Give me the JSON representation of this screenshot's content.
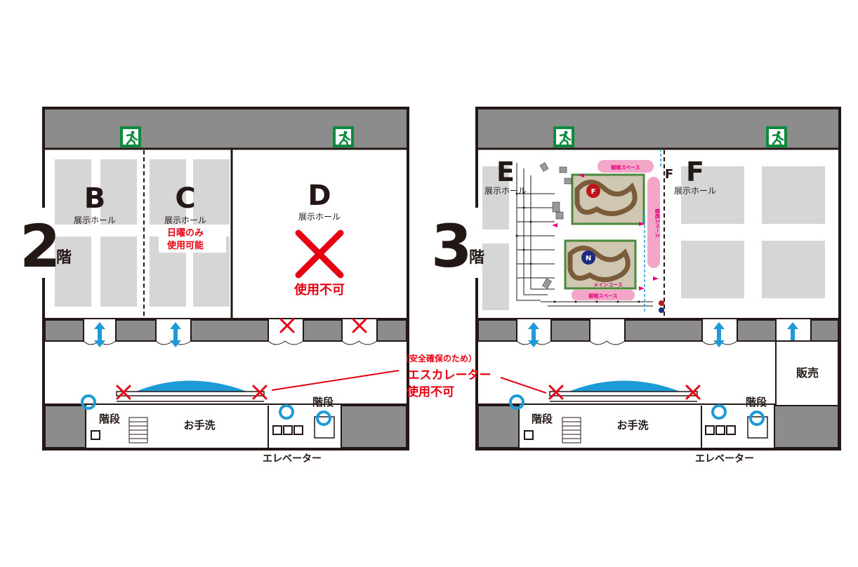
{
  "floor2": {
    "floor_number": "2",
    "floor_suffix": "階",
    "halls": {
      "B": {
        "letter": "B",
        "label": "展示ホール"
      },
      "C": {
        "letter": "C",
        "label": "展示ホール",
        "note_line1": "日曜のみ",
        "note_line2": "使用可能"
      },
      "D": {
        "letter": "D",
        "label": "展示ホール",
        "status": "使用不可"
      }
    },
    "stairs_left": "階段",
    "stairs_right": "階段",
    "restroom": "お手洗",
    "elevator": "エレベーター"
  },
  "floor3": {
    "floor_number": "3",
    "floor_suffix": "階",
    "halls": {
      "E": {
        "letter": "E",
        "label": "展示ホール"
      },
      "F": {
        "letter": "F",
        "label": "展示ホール",
        "small_letter": "F"
      }
    },
    "course": {
      "viewing_top": "観戦スペース",
      "viewing_side": "観戦スペース",
      "viewing_bottom": "観戦スペース",
      "main_course": "メインコース",
      "badge_f": "F",
      "badge_n": "N"
    },
    "stairs_left": "階段",
    "stairs_right": "階段",
    "restroom": "お手洗",
    "elevator": "エレベーター",
    "shop": "販売"
  },
  "escalator_notice": {
    "line1": "（安全確保のため）",
    "line2": "エスカレーター",
    "line3": "使用不可"
  },
  "colors": {
    "wall": "#231815",
    "booth": "#d6d6d6",
    "header_band": "#8c8c8c",
    "exit_sign": "#0d8a3c",
    "arrow": "#1e9bd7",
    "escalator": "#1e9bd7",
    "warning_red": "#e60012",
    "viewing_pink": "#f4a6c8"
  },
  "icons": [
    "emergency-exit-icon",
    "double-arrow-icon",
    "circle-icon",
    "x-mark-icon"
  ]
}
